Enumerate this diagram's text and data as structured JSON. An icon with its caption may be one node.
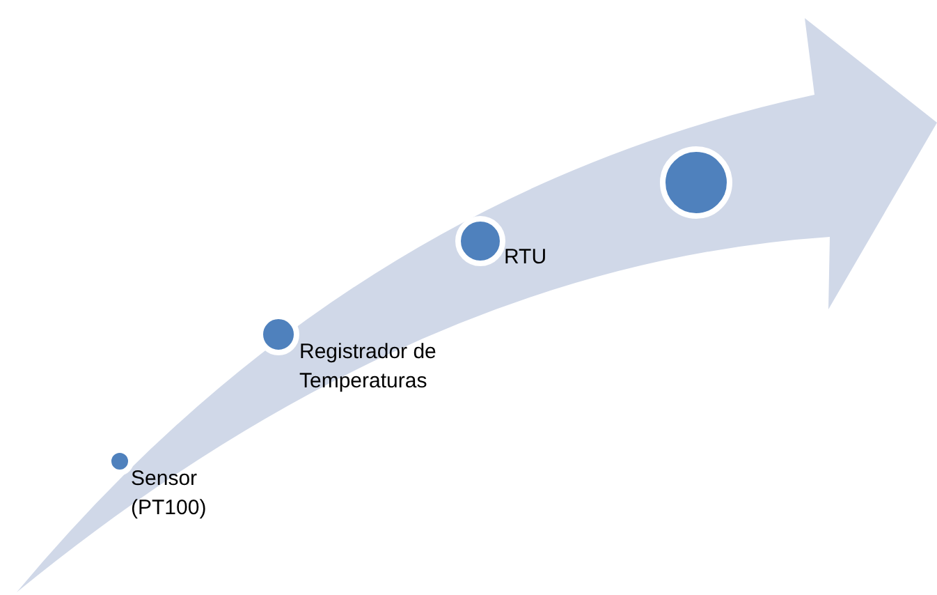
{
  "diagram": {
    "nodes": [
      {
        "text": [],
        "shape": "circle",
        "beside": [
          "Sensor (PT100)"
        ]
      },
      {
        "text": [],
        "shape": "circle",
        "beside": [
          "Registrador de Temperaturas"
        ]
      },
      {
        "text": [],
        "shape": "circle",
        "beside": [
          "RTU"
        ]
      },
      {
        "text": [],
        "shape": "circle"
      }
    ]
  }
}
